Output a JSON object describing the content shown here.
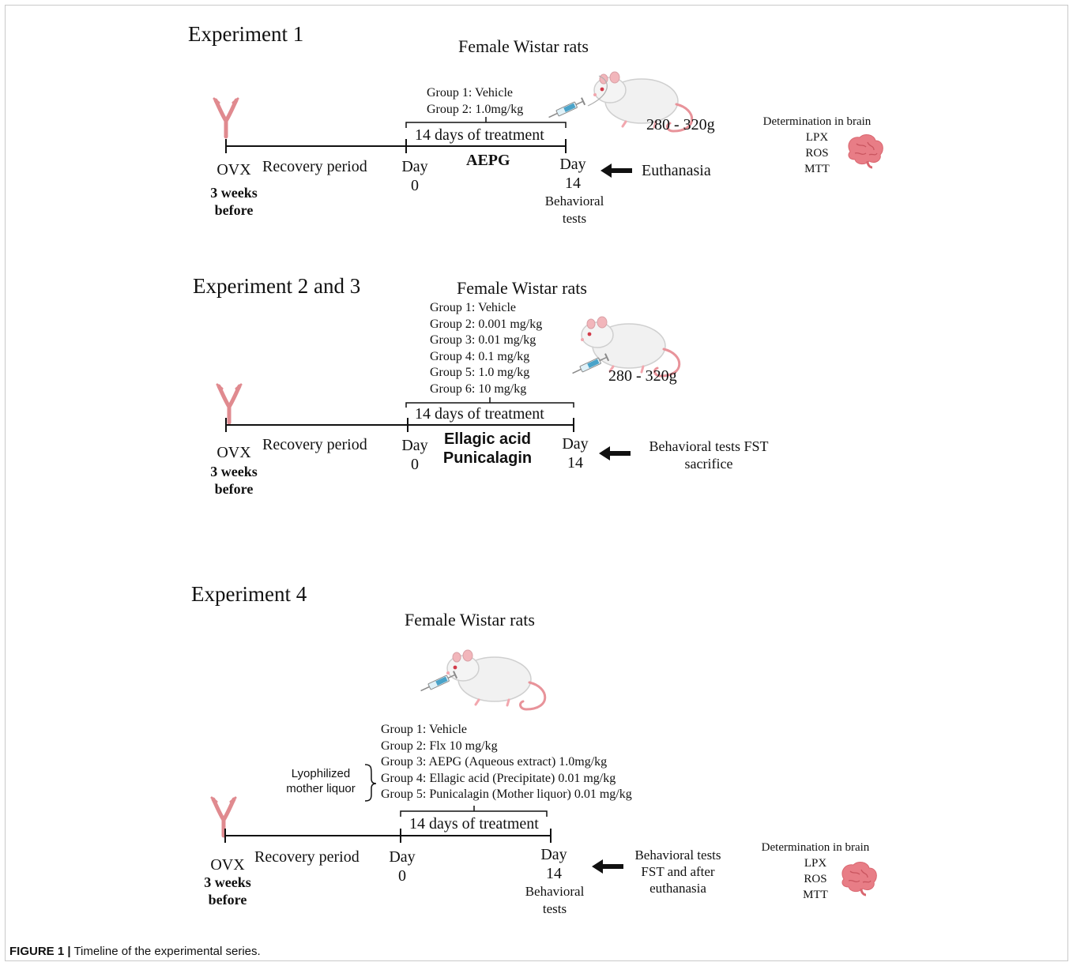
{
  "experiment1": {
    "title": "Experiment 1",
    "animal": "Female Wistar rats",
    "groups": [
      "Group 1: Vehicle",
      "Group 2: 1.0mg/kg"
    ],
    "weight": "280 - 320g",
    "treatment": "14 days of treatment",
    "compound": "AEPG",
    "ovx": "OVX",
    "ovx_when": [
      "3 weeks",
      "before"
    ],
    "recovery": "Recovery period",
    "day0": [
      "Day",
      "0"
    ],
    "day14": [
      "Day",
      "14"
    ],
    "behavioral": [
      "Behavioral",
      "tests"
    ],
    "endpoint": "Euthanasia",
    "determination": [
      "Determination in  brain",
      "LPX",
      "ROS",
      "MTT"
    ]
  },
  "experiment23": {
    "title": "Experiment 2 and 3",
    "animal": "Female Wistar rats",
    "groups": [
      "Group 1: Vehicle",
      "Group 2: 0.001 mg/kg",
      "Group 3: 0.01 mg/kg",
      "Group 4: 0.1 mg/kg",
      "Group 5: 1.0 mg/kg",
      "Group 6: 10 mg/kg"
    ],
    "weight": "280 - 320g",
    "treatment": "14 days of treatment",
    "compounds": [
      "Ellagic acid",
      "Punicalagin"
    ],
    "ovx": "OVX",
    "ovx_when": [
      "3 weeks",
      "before"
    ],
    "recovery": "Recovery period",
    "day0": [
      "Day",
      "0"
    ],
    "day14": [
      "Day",
      "14"
    ],
    "endpoint": [
      "Behavioral tests FST",
      "sacrifice"
    ]
  },
  "experiment4": {
    "title": "Experiment 4",
    "animal": "Female Wistar rats",
    "groups": [
      "Group 1: Vehicle",
      "Group 2: Flx 10 mg/kg",
      "Group 3: AEPG (Aqueous extract) 1.0mg/kg",
      "Group 4: Ellagic acid (Precipitate) 0.01 mg/kg",
      "Group 5: Punicalagin (Mother liquor) 0.01 mg/kg"
    ],
    "bracket_label": [
      "Lyophilized",
      "mother liquor"
    ],
    "treatment": "14 days of treatment",
    "ovx": "OVX",
    "ovx_when": [
      "3 weeks",
      "before"
    ],
    "recovery": "Recovery period",
    "day0": [
      "Day",
      "0"
    ],
    "day14": [
      "Day",
      "14"
    ],
    "behavioral": [
      "Behavioral",
      "tests"
    ],
    "endpoint": [
      "Behavioral tests",
      "FST and  after",
      "euthanasia"
    ],
    "determination": [
      "Determination in  brain",
      "LPX",
      "ROS",
      "MTT"
    ]
  },
  "caption": {
    "label": "FIGURE 1 |",
    "text": " Timeline of the experimental series."
  },
  "colors": {
    "uterus": "#e08a8f",
    "brain": "#e87d86",
    "rat_tail": "#e8939a",
    "syringe": "#4aa3c9"
  },
  "icons": [
    "uterus-icon",
    "rat-icon",
    "syringe-icon",
    "brain-icon",
    "arrow-left-icon"
  ]
}
